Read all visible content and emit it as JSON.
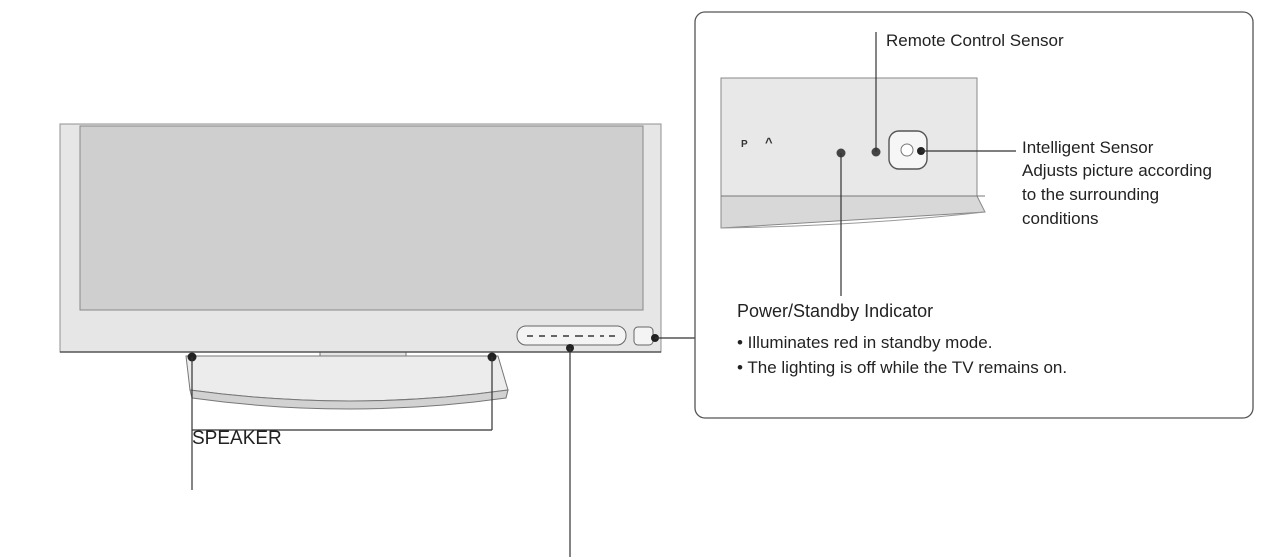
{
  "labels": {
    "speaker": "SPEAKER",
    "remote_sensor": "Remote Control Sensor",
    "intelligent_sensor": {
      "title": "Intelligent Sensor",
      "description": "Adjusts picture according to the surrounding conditions"
    },
    "power_indicator": {
      "title": "Power/Standby Indicator",
      "bullets": [
        "• Illuminates red in standby mode.",
        "• The lighting is off while the TV remains on."
      ]
    }
  },
  "panel_buttons": {
    "program": "P",
    "up": "^"
  },
  "colors": {
    "line": "#333333",
    "tv_frame": "#e4e4e4",
    "screen": "#cfcfcf",
    "callout_border": "#555555"
  }
}
